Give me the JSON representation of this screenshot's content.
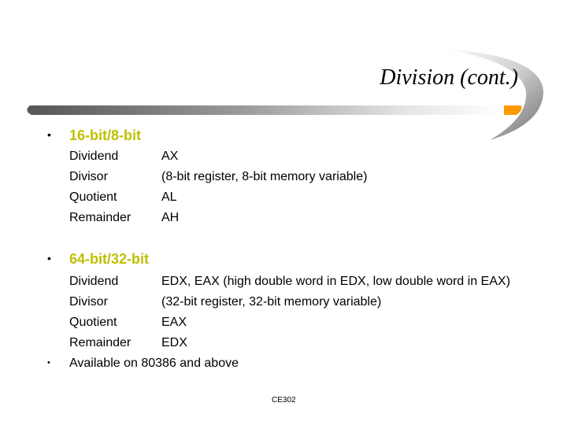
{
  "slide": {
    "title": "Division (cont.)",
    "sections": [
      {
        "heading": "16-bit/8-bit",
        "rows": [
          {
            "label": "Dividend",
            "value": "AX"
          },
          {
            "label": "Divisor",
            "value": "(8-bit register, 8-bit memory variable)"
          },
          {
            "label": "Quotient",
            "value": "AL"
          },
          {
            "label": "Remainder",
            "value": "AH"
          }
        ]
      },
      {
        "heading": "64-bit/32-bit",
        "rows": [
          {
            "label": "Dividend",
            "value": "EDX, EAX (high double word in EDX, low double word in EAX)"
          },
          {
            "label": "Divisor",
            "value": "(32-bit register, 32-bit memory variable)"
          },
          {
            "label": "Quotient",
            "value": "EAX"
          },
          {
            "label": "Remainder",
            "value": "EDX"
          }
        ],
        "note": "Available on 80386 and above"
      }
    ],
    "footer": "CE302",
    "colors": {
      "heading": "#bfbf00",
      "swoosh_dark": "#7a7a7a",
      "swoosh_accent": "#ff9900"
    }
  }
}
